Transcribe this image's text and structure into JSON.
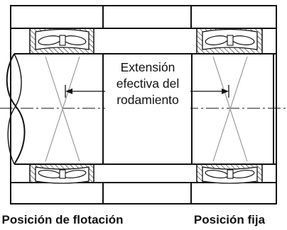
{
  "diagram": {
    "center_label": {
      "line1": "Extensión",
      "line2": "efectiva del",
      "line3": "rodamiento"
    },
    "left_caption": "Posición de flotación",
    "right_caption": "Posición fija"
  },
  "colors": {
    "line": "#111111",
    "rollers": "#9a9a9a",
    "background": "#ffffff"
  }
}
